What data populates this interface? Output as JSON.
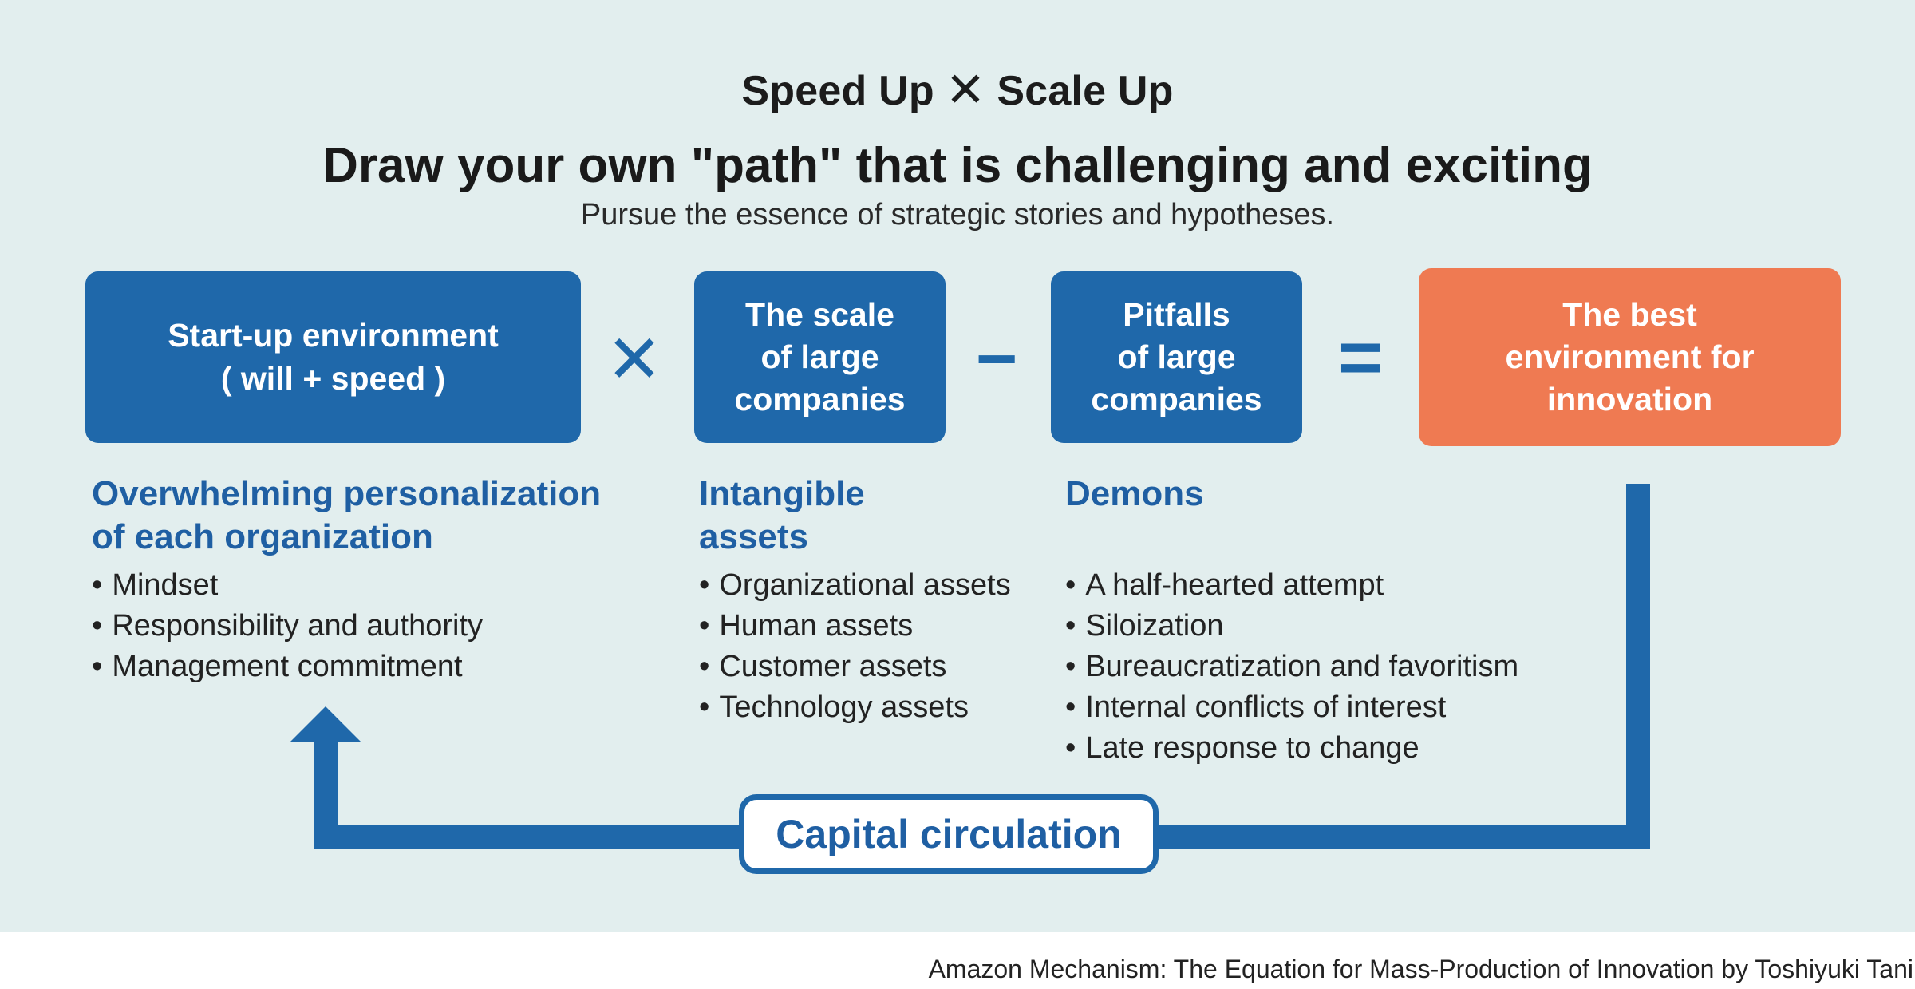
{
  "header": {
    "speed_up": "Speed Up",
    "times_symbol": "✕",
    "scale_up": "Scale Up",
    "title": "Draw your own \"path\" that is challenging and exciting",
    "subtitle": "Pursue the essence of strategic stories and hypotheses."
  },
  "equation": {
    "box1": {
      "line1": "Start-up environment",
      "line2": "( will + speed )"
    },
    "op1": "✕",
    "box2": {
      "line1": "The scale",
      "line2": "of large",
      "line3": "companies"
    },
    "op2": "−",
    "box3": {
      "line1": "Pitfalls",
      "line2": "of large",
      "line3": "companies"
    },
    "op3": "=",
    "box4": {
      "line1": "The best",
      "line2": "environment for",
      "line3": "innovation"
    }
  },
  "columns": [
    {
      "heading_line1": "Overwhelming personalization",
      "heading_line2": "of each organization",
      "items": [
        "Mindset",
        "Responsibility and authority",
        "Management commitment"
      ]
    },
    {
      "heading_line1": "Intangible",
      "heading_line2": "assets",
      "items": [
        "Organizational assets",
        "Human assets",
        "Customer assets",
        "Technology assets"
      ]
    },
    {
      "heading_line1": "Demons",
      "items": [
        "A half-hearted attempt",
        "Siloization",
        "Bureaucratization and favoritism",
        "Internal conflicts of interest",
        "Late response to change"
      ]
    }
  ],
  "loop": {
    "label": "Capital circulation"
  },
  "credit": "Amazon Mechanism: The Equation for Mass-Production of Innovation by Toshiyuki Tani",
  "colors": {
    "background": "#e2eeee",
    "blue_box": "#1f68aa",
    "orange_box": "#ef7a52",
    "heading_blue": "#1f5fa3"
  }
}
